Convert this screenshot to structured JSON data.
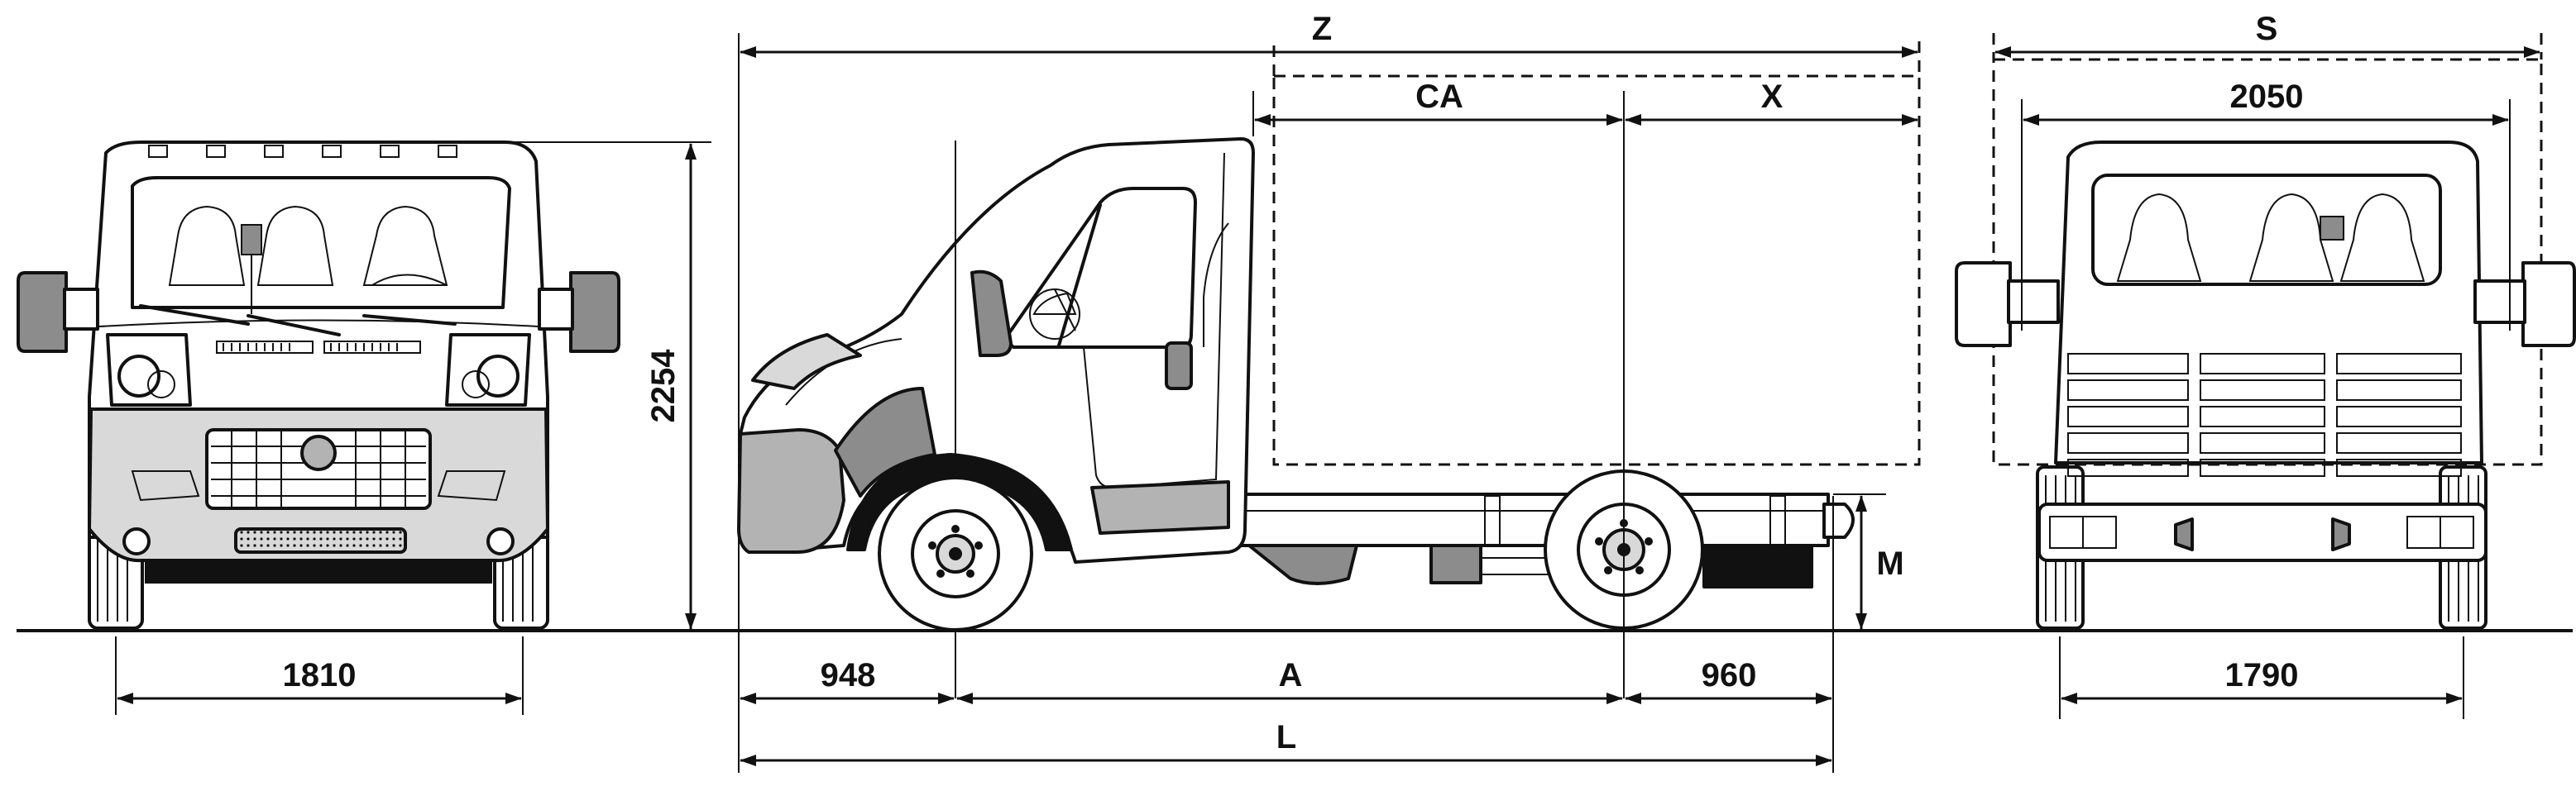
{
  "labels": {
    "overall_height": "2254",
    "front_track": "1810",
    "front_overhang": "948",
    "wheelbase": "A",
    "rear_overhang": "960",
    "overall_length": "L",
    "body_length": "Z",
    "cab_to_axle": "CA",
    "body_rear_overhang": "X",
    "frame_height": "M",
    "body_width": "S",
    "width_without_mirrors": "2050",
    "rear_track": "1790"
  },
  "colors": {
    "line": "#111111",
    "gray_light": "#d9d9d9",
    "gray_mid": "#b3b3b3",
    "gray_dark": "#8c8c8c",
    "background": "#ffffff"
  },
  "views": {
    "front": "front-view",
    "side": "side-view",
    "rear": "rear-view"
  }
}
